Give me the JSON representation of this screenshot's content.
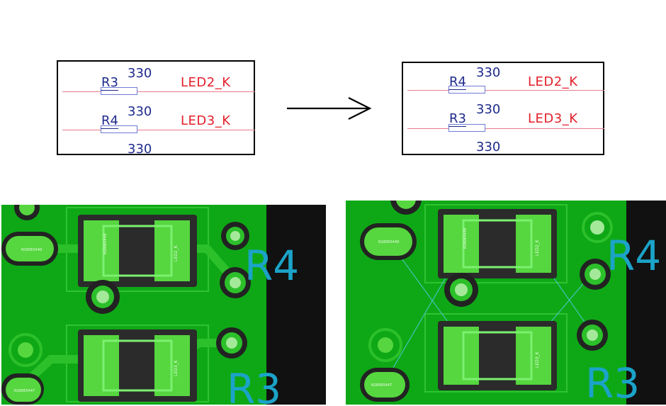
{
  "schematic": {
    "before": {
      "rows": [
        {
          "ref": "R3",
          "value": "330",
          "net": "LED2_K"
        },
        {
          "ref": "R4",
          "value": "330",
          "net": "LED3_K"
        }
      ],
      "bottom_value": "330"
    },
    "after": {
      "rows": [
        {
          "ref": "R4",
          "value": "330",
          "net": "LED2_K"
        },
        {
          "ref": "R3",
          "value": "330",
          "net": "LED3_K"
        }
      ],
      "bottom_value": "330"
    }
  },
  "pcb": {
    "before": {
      "silk_top": "R4",
      "silk_bottom": "R3",
      "pad_net_top": "N18065449",
      "pad_net_bottom": "N18065447",
      "pad_label_top": "LED2_K",
      "pad_label_bottom": "LED3_K"
    },
    "after": {
      "silk_top": "R4",
      "silk_bottom": "R3",
      "pad_net_top": "N18065449",
      "pad_net_bottom": "N18065447",
      "pad_label_top": "LED2_K",
      "pad_label_bottom": "LED3_K"
    }
  },
  "colors": {
    "board": "#0ea816",
    "pad": "#56d63f",
    "pad_dark": "#2b2b2b",
    "silk": "#1ba3c8",
    "net_text": "#1e2a8c",
    "net_name": "#e3202a",
    "arrow": "#000000"
  }
}
